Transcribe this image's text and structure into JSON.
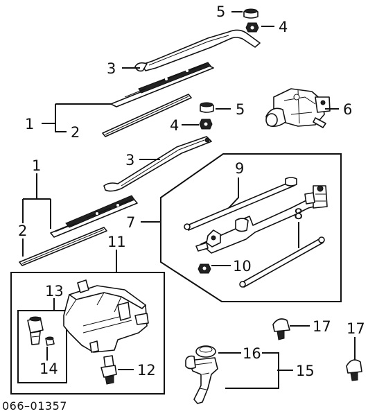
{
  "diagram_code": "066–01357",
  "callouts": {
    "c5_top": "5",
    "c4_top": "4",
    "c3_top": "3",
    "c5_mid": "5",
    "c6": "6",
    "c1_top": "1",
    "c4_mid": "4",
    "c2_top": "2",
    "c3_mid": "3",
    "c1_left": "1",
    "c9": "9",
    "c2_left": "2",
    "c7": "7",
    "c8": "8",
    "c11": "11",
    "c10": "10",
    "c13": "13",
    "c17_a": "17",
    "c17_b": "17",
    "c16": "16",
    "c14": "14",
    "c12": "12",
    "c15": "15"
  }
}
